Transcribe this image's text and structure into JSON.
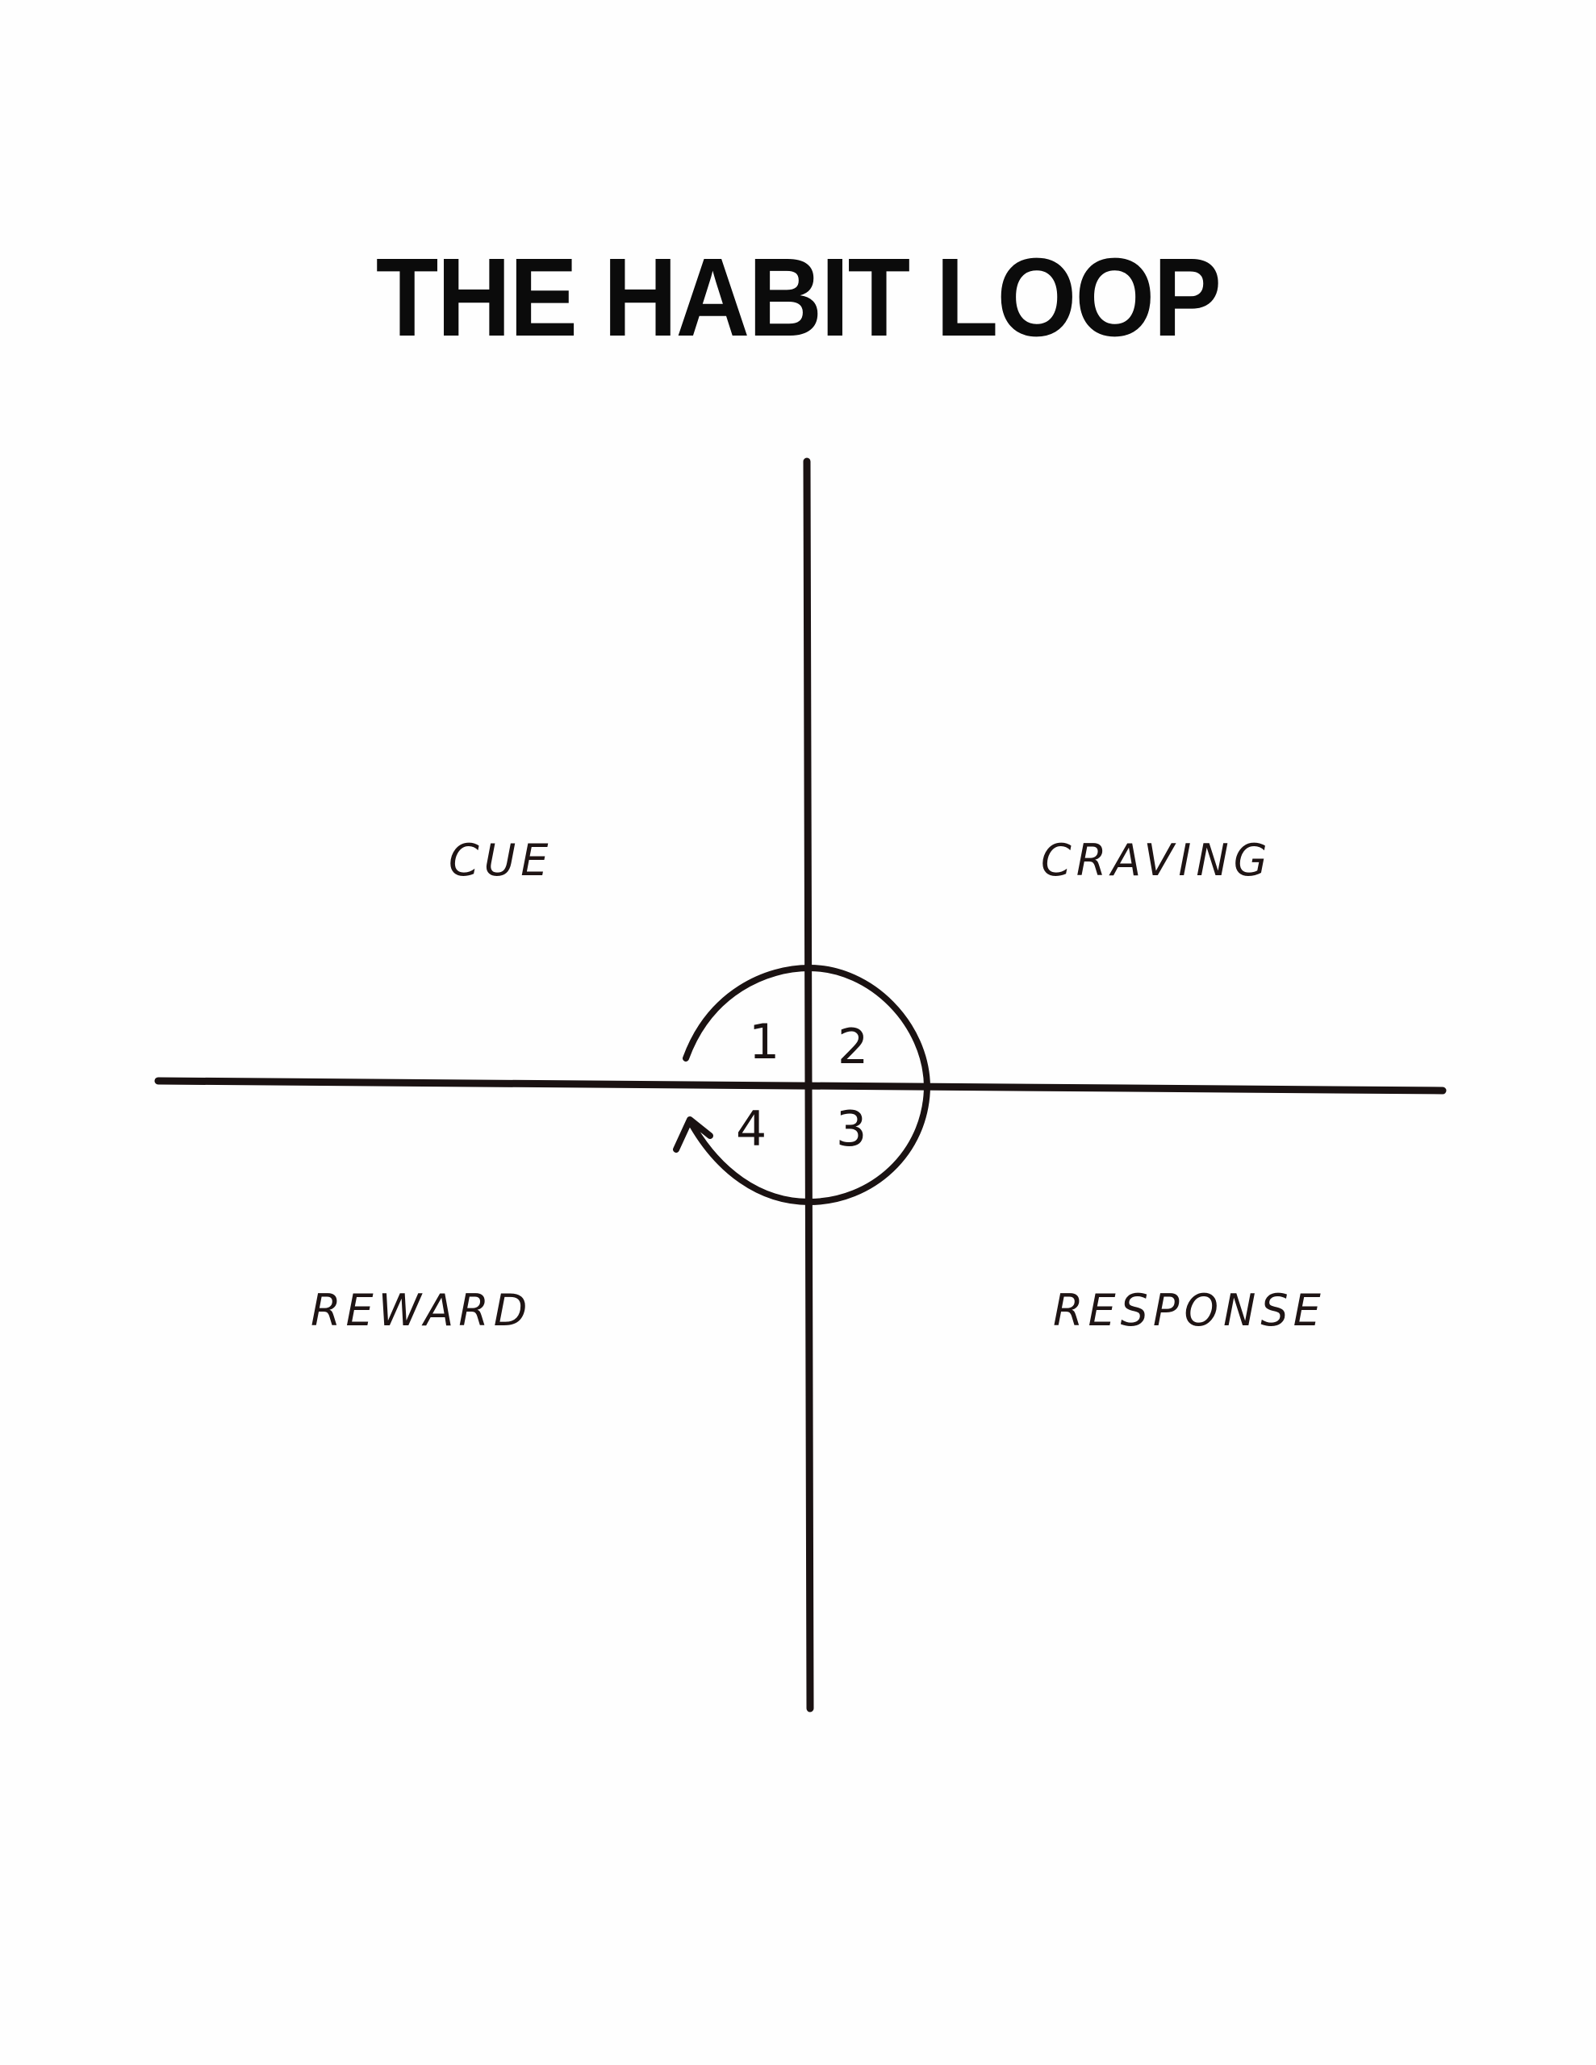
{
  "title": "THE HABIT LOOP",
  "quadrants": [
    {
      "step": "1",
      "label": "CUE"
    },
    {
      "step": "2",
      "label": "CRAVING"
    },
    {
      "step": "3",
      "label": "RESPONSE"
    },
    {
      "step": "4",
      "label": "REWARD"
    }
  ],
  "colors": {
    "ink": "#1a1212",
    "background": "#fefefe"
  }
}
